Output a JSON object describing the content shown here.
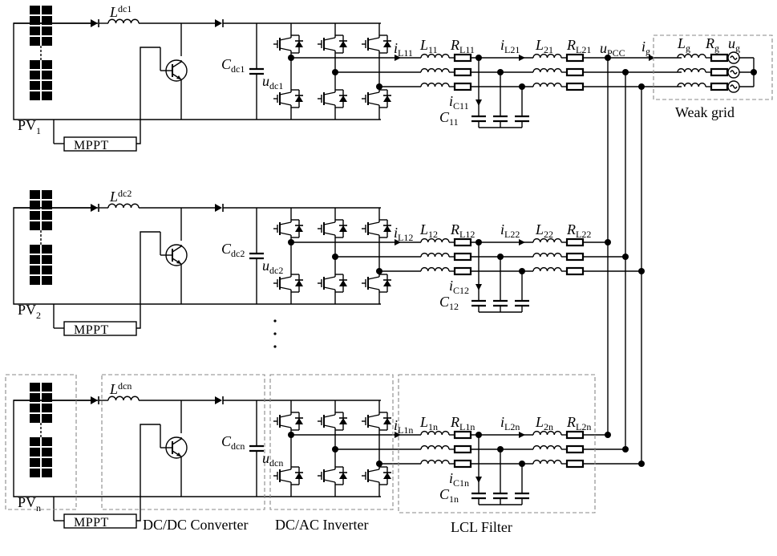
{
  "colors": {
    "line": "#000000",
    "dashed_box": "#888888",
    "pv_cell": "#000000"
  },
  "stages": [
    {
      "pv": {
        "main": "PV",
        "sub": "1"
      },
      "mppt": "MPPT",
      "ldc": {
        "main": "L",
        "sub": "dc1"
      },
      "cdc": {
        "main": "C",
        "sub": "dc1"
      },
      "udc": {
        "main": "u",
        "sub": "dc1"
      },
      "il1": {
        "main": "i",
        "sub": "L11"
      },
      "l1": {
        "main": "L",
        "sub": "11"
      },
      "rl1": {
        "main": "R",
        "sub": "L11"
      },
      "il2": {
        "main": "i",
        "sub": "L21"
      },
      "l2": {
        "main": "L",
        "sub": "21"
      },
      "rl2": {
        "main": "R",
        "sub": "L21"
      },
      "ic": {
        "main": "i",
        "sub": "C11"
      },
      "c": {
        "main": "C",
        "sub": "11"
      }
    },
    {
      "pv": {
        "main": "PV",
        "sub": "2"
      },
      "mppt": "MPPT",
      "ldc": {
        "main": "L",
        "sub": "dc2"
      },
      "cdc": {
        "main": "C",
        "sub": "dc2"
      },
      "udc": {
        "main": "u",
        "sub": "dc2"
      },
      "il1": {
        "main": "i",
        "sub": "L12"
      },
      "l1": {
        "main": "L",
        "sub": "12"
      },
      "rl1": {
        "main": "R",
        "sub": "L12"
      },
      "il2": {
        "main": "i",
        "sub": "L22"
      },
      "l2": {
        "main": "L",
        "sub": "22"
      },
      "rl2": {
        "main": "R",
        "sub": "L22"
      },
      "ic": {
        "main": "i",
        "sub": "C12"
      },
      "c": {
        "main": "C",
        "sub": "12"
      }
    },
    {
      "pv": {
        "main": "PV",
        "sub": "n"
      },
      "mppt": "MPPT",
      "ldc": {
        "main": "L",
        "sub": "dcn"
      },
      "cdc": {
        "main": "C",
        "sub": "dcn"
      },
      "udc": {
        "main": "u",
        "sub": "dcn"
      },
      "il1": {
        "main": "i",
        "sub": "L1n"
      },
      "l1": {
        "main": "L",
        "sub": "1n"
      },
      "rl1": {
        "main": "R",
        "sub": "L1n"
      },
      "il2": {
        "main": "i",
        "sub": "L2n"
      },
      "l2": {
        "main": "L",
        "sub": "2n"
      },
      "rl2": {
        "main": "R",
        "sub": "L2n"
      },
      "ic": {
        "main": "i",
        "sub": "C1n"
      },
      "c": {
        "main": "C",
        "sub": "1n"
      }
    }
  ],
  "grid": {
    "upcc": {
      "main": "u",
      "sub": "PCC"
    },
    "ig": {
      "main": "i",
      "sub": "g"
    },
    "lg": {
      "main": "L",
      "sub": "g"
    },
    "rg": {
      "main": "R",
      "sub": "g"
    },
    "ug": {
      "main": "u",
      "sub": "g"
    },
    "title": "Weak grid"
  },
  "captions": {
    "dcdc": "DC/DC Converter",
    "dcac": "DC/AC Inverter",
    "lcl": "LCL Filter"
  }
}
